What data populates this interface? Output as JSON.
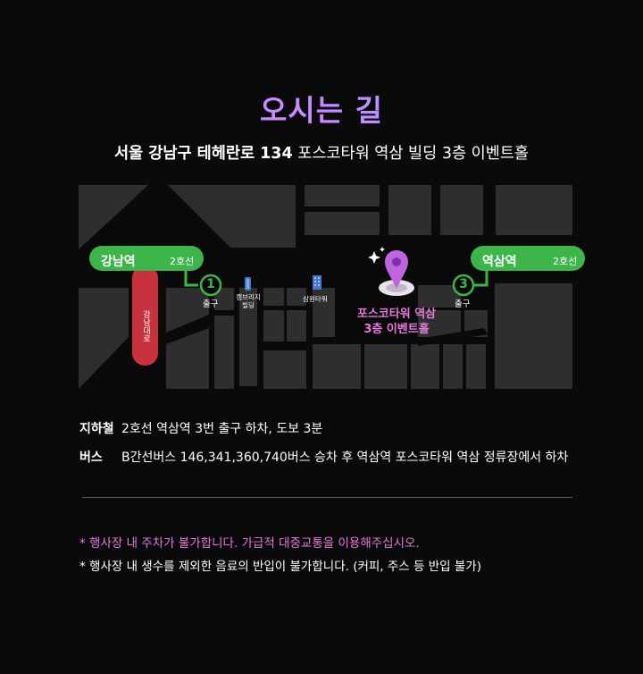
{
  "page": {
    "title": "오시는 길",
    "address_bold": "서울 강남구 테헤란로 134",
    "address_rest": " 포스코타워 역삼 빌딩 3층 이벤트홀"
  },
  "map": {
    "station_left": {
      "name": "강남역",
      "line": "2호선"
    },
    "station_right": {
      "name": "역삼역",
      "line": "2호선"
    },
    "exit_left": {
      "number": "1",
      "label": "출구"
    },
    "exit_right": {
      "number": "3",
      "label": "출구"
    },
    "road_label": "강남대로",
    "building_cambridge_line1": "캠브리지",
    "building_cambridge_line2": "빌딩",
    "building_samwon": "삼원타워",
    "venue_line1": "포스코타워 역삼",
    "venue_line2": "3층 이벤트홀",
    "colors": {
      "line_green": "#3db54a",
      "road_red": "#c8323f",
      "venue_pink": "#e27bdc",
      "block_gray": "#2e2e2e"
    }
  },
  "info": {
    "subway_label": "지하철",
    "subway_text": "2호선 역삼역 3번 출구 하차, 도보 3분",
    "bus_label": "버스",
    "bus_text": "B간선버스 146,341,360,740버스 승차 후 역삼역 포스코타워 역삼 정류장에서 하차"
  },
  "notes": {
    "parking": "* 행사장 내 주차가 불가합니다. 가급적 대중교통을 이용해주십시오.",
    "food": "* 행사장 내 생수를 제외한 음료의 반입이 불가합니다. (커피, 주스 등 반입 불가)"
  }
}
